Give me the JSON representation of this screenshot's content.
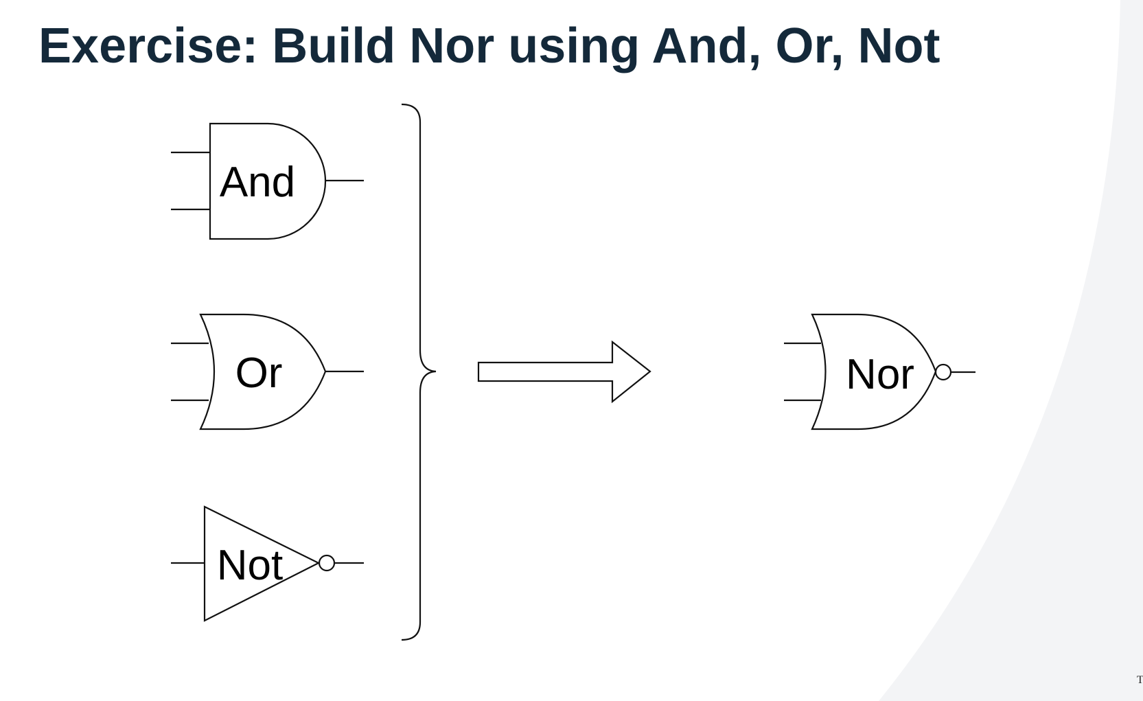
{
  "slide": {
    "title": "Exercise: Build Nor using And, Or, Not",
    "background_color": "#ffffff",
    "title_color": "#14293a",
    "curve_color": "#f3f4f6",
    "corner_text": "T"
  },
  "gates": {
    "and_label": "And",
    "or_label": "Or",
    "not_label": "Not",
    "nor_label": "Nor"
  }
}
